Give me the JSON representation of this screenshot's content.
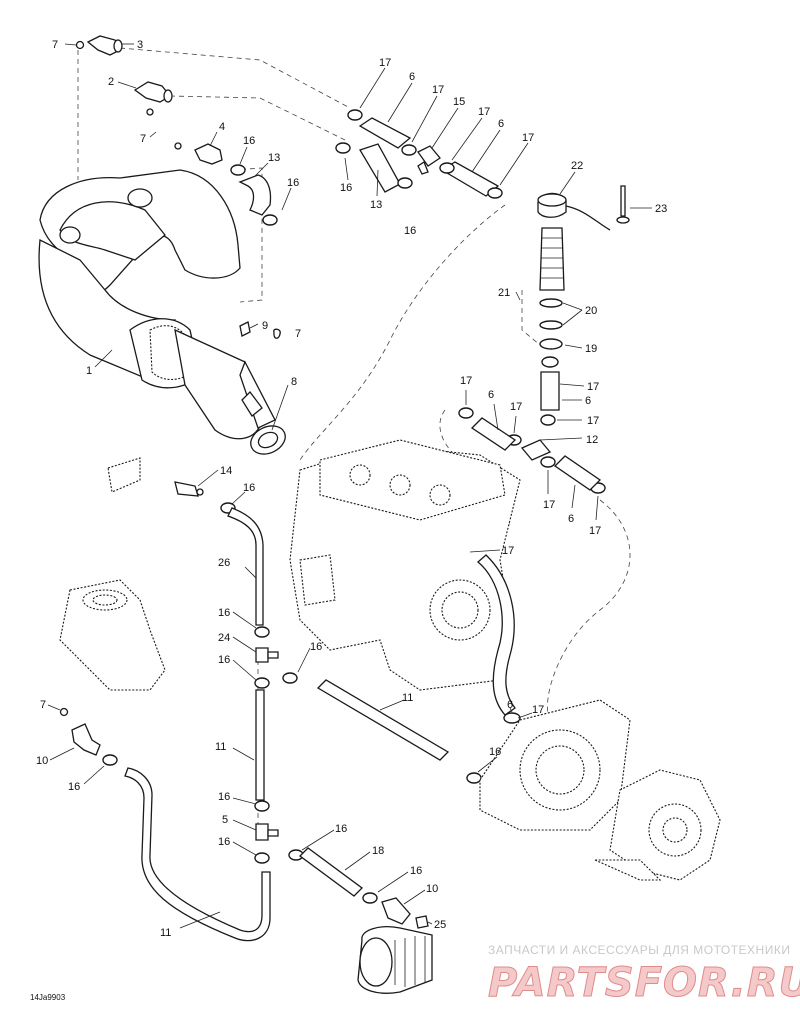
{
  "diagram": {
    "figure_ref": "14Ja9903",
    "callouts": [
      "1",
      "2",
      "3",
      "4",
      "5",
      "6",
      "7",
      "8",
      "9",
      "10",
      "11",
      "12",
      "13",
      "14",
      "15",
      "16",
      "17",
      "18",
      "19",
      "20",
      "21",
      "22",
      "23",
      "24",
      "25",
      "26"
    ]
  },
  "watermark": {
    "tagline": "ЗАПЧАСТИ И АКСЕССУАРЫ ДЛЯ МОТОТЕХНИКИ",
    "brand": "PARTSFOR.RU"
  }
}
